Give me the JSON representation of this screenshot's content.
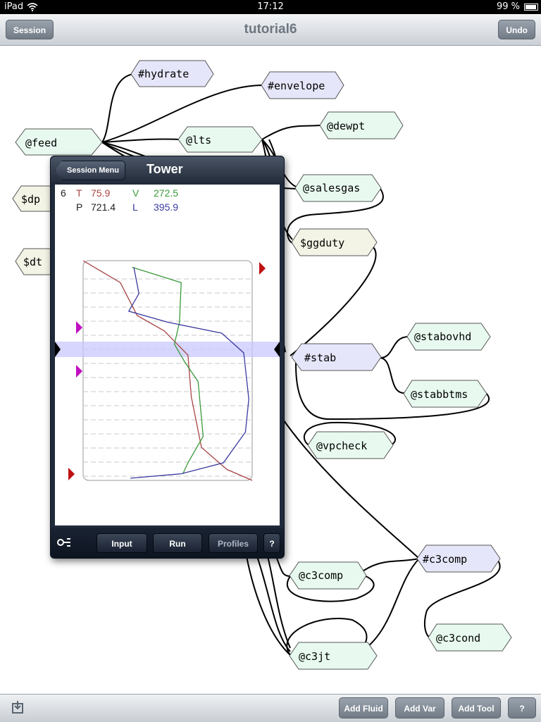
{
  "status_bar": {
    "device": "iPad",
    "time": "17:12",
    "battery": "99 %",
    "wifi_icon": "wifi-icon",
    "battery_icon": "battery-icon"
  },
  "nav": {
    "title": "tutorial6",
    "left_button": "Session",
    "right_button": "Undo"
  },
  "nodes": {
    "hydrate": "#hydrate",
    "envelope": "#envelope",
    "feed": "@feed",
    "lts": "@lts",
    "dewpt": "@dewpt",
    "dp": "$dp",
    "salesgas": "@salesgas",
    "ggduty": "$ggduty",
    "dt": "$dt",
    "stab": "#stab",
    "stabovhd": "@stabovhd",
    "stabbtms": "@stabbtms",
    "vpcheck": "@vpcheck",
    "c3comp_tool": "#c3comp",
    "c3comp_stream": "@c3comp",
    "c3cond": "@c3cond",
    "c3jt": "@c3jt"
  },
  "colors": {
    "tool_fill": "#e6e6fa",
    "stream_fill": "#e8faf0",
    "var_fill": "#f3f3e6",
    "temp": "#a84444",
    "vapor": "#3a9a3a",
    "liquid": "#3a3aa0",
    "selection": "#c8c8ff",
    "marker_red": "#c01010",
    "marker_magenta": "#c010c0"
  },
  "tower": {
    "menu_label": "Session Menu",
    "title": "Tower",
    "stage": "6",
    "t_label": "T",
    "t_value": "75.9",
    "v_label": "V",
    "v_value": "272.5",
    "p_label": "P",
    "p_value": "721.4",
    "l_label": "L",
    "l_value": "395.9",
    "buttons": {
      "input": "Input",
      "run": "Run",
      "profiles": "Profiles",
      "help": "?"
    },
    "connect_icon": "connector-icon"
  },
  "chart_data": {
    "type": "line",
    "title": "",
    "xlabel": "",
    "ylabel": "",
    "stages": 15,
    "selected_stage": 6,
    "series": [
      {
        "key": "temperature",
        "color": "#a84444",
        "points": [
          [
            0,
            0
          ],
          [
            0.22,
            0.1
          ],
          [
            0.32,
            0.25
          ],
          [
            0.48,
            0.32
          ],
          [
            0.62,
            0.43
          ],
          [
            0.64,
            0.62
          ],
          [
            0.7,
            0.85
          ],
          [
            0.85,
            0.95
          ],
          [
            1,
            1
          ]
        ]
      },
      {
        "key": "vapor",
        "color": "#3a9a3a",
        "points": [
          [
            0.29,
            0.03
          ],
          [
            0.58,
            0.1
          ],
          [
            0.57,
            0.28
          ],
          [
            0.54,
            0.38
          ],
          [
            0.6,
            0.46
          ],
          [
            0.68,
            0.55
          ],
          [
            0.71,
            0.8
          ],
          [
            0.62,
            0.92
          ],
          [
            0.59,
            0.97
          ]
        ]
      },
      {
        "key": "liquid",
        "color": "#3a3aa0",
        "points": [
          [
            0.3,
            0.03
          ],
          [
            0.33,
            0.15
          ],
          [
            0.27,
            0.23
          ],
          [
            0.5,
            0.28
          ],
          [
            0.82,
            0.33
          ],
          [
            0.95,
            0.42
          ],
          [
            0.98,
            0.63
          ],
          [
            0.96,
            0.78
          ],
          [
            0.83,
            0.92
          ],
          [
            0.58,
            0.97
          ],
          [
            0.28,
            0.99
          ]
        ]
      }
    ]
  },
  "bottom_bar": {
    "buttons": [
      "Add Fluid",
      "Add Var",
      "Add Tool",
      "?"
    ],
    "import_icon": "import-icon"
  }
}
